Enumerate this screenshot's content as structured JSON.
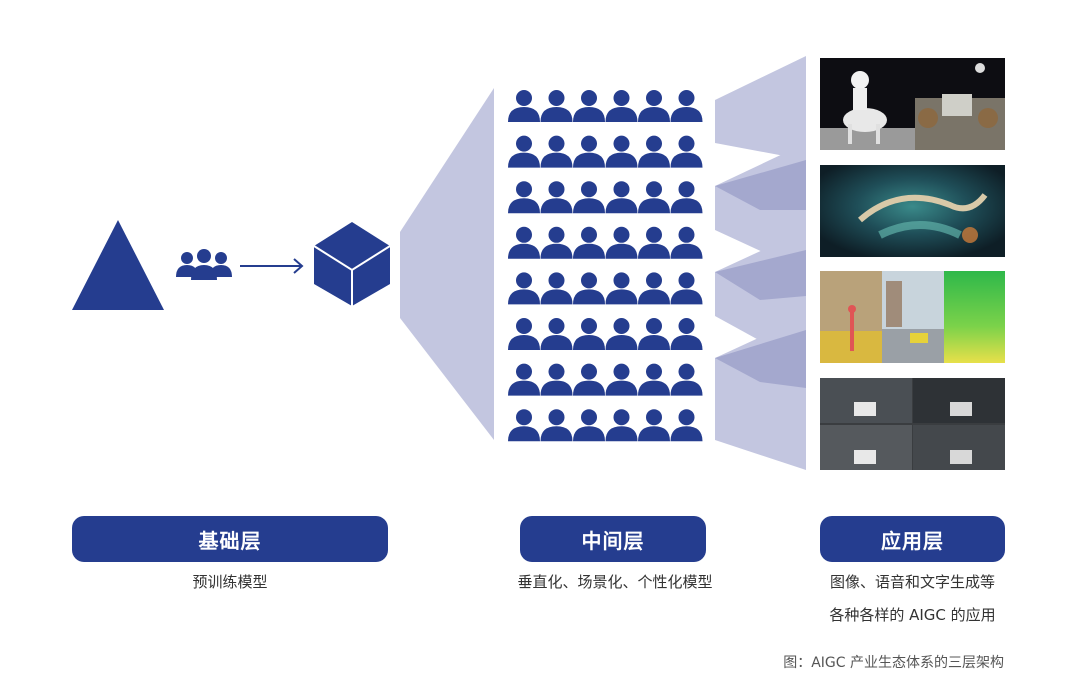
{
  "layers": {
    "base": {
      "title": "基础层",
      "desc": "预训练模型"
    },
    "middle": {
      "title": "中间层",
      "desc": "垂直化、场景化、个性化模型"
    },
    "app": {
      "title": "应用层",
      "desc_line1": "图像、语音和文字生成等",
      "desc_line2": "各种各样的 AIGC 的应用"
    }
  },
  "caption": "图：AIGC 产业生态体系的三层架构",
  "people_grid": {
    "rows": 8,
    "cols": 6
  },
  "colors": {
    "primary": "#253d8f",
    "fan": "#c3c6e0",
    "fan_dark": "#9a9ec8"
  },
  "icons": [
    "triangle-icon",
    "people-group-icon",
    "arrow-right-icon",
    "cube-icon",
    "person-icon"
  ],
  "thumbnails": [
    "astronaut-horse-image",
    "underwater-figure-image",
    "street-segmentation-image",
    "driving-scenes-image"
  ]
}
